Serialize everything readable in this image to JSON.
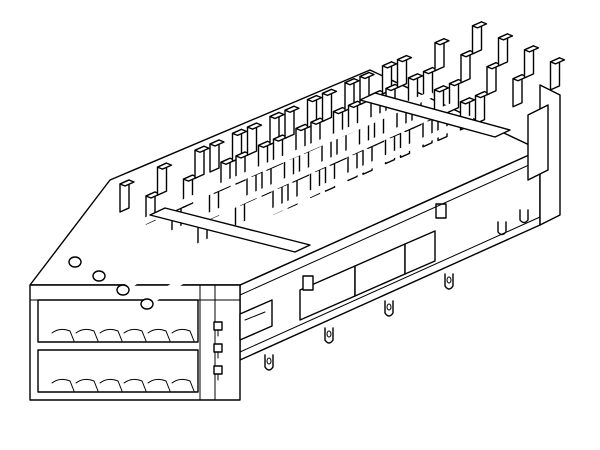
{
  "figure": {
    "type": "line-drawing",
    "colors": {
      "stroke": "#000000",
      "background": "#ffffff"
    },
    "cage_rows": 2,
    "cage_columns": 4,
    "fins_per_column": 4,
    "light_pipes": 4,
    "front_pins": 3,
    "bottom_pins": 4
  }
}
